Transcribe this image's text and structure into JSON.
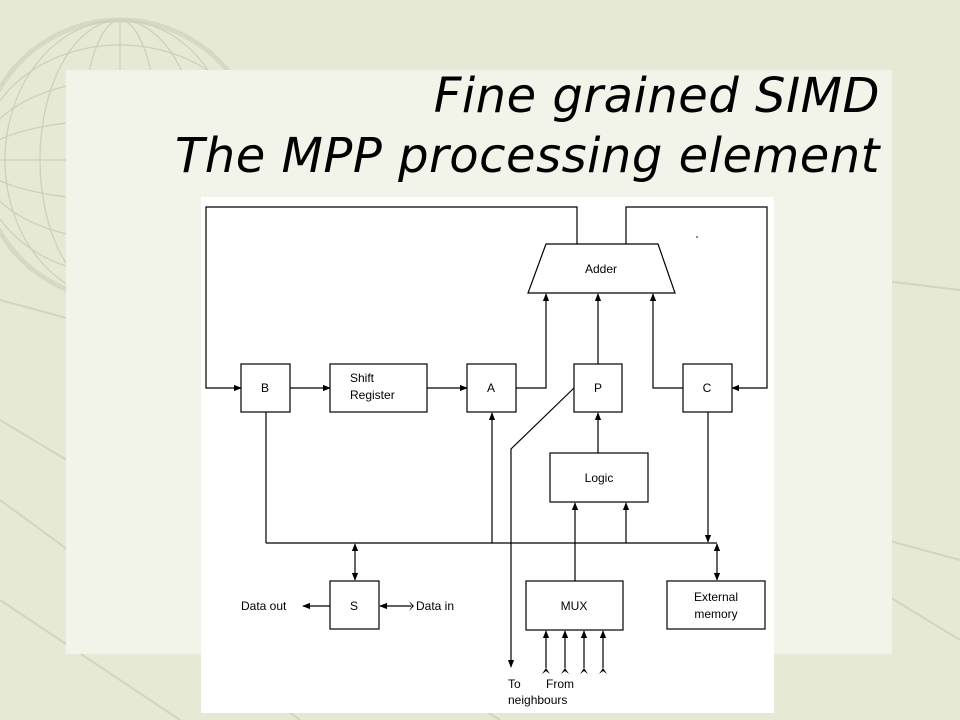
{
  "slide": {
    "title_line1": "Fine grained SIMD",
    "title_line2": "The MPP processing element"
  },
  "diagram": {
    "adder": "Adder",
    "b": "B",
    "shift_1": "Shift",
    "shift_2": "Register",
    "a": "A",
    "p": "P",
    "c": "C",
    "logic": "Logic",
    "s": "S",
    "mux": "MUX",
    "ext_1": "External",
    "ext_2": "memory",
    "data_out": "Data out",
    "data_in": "Data in",
    "to": "To",
    "from": "From",
    "neighbours": "neighbours"
  }
}
